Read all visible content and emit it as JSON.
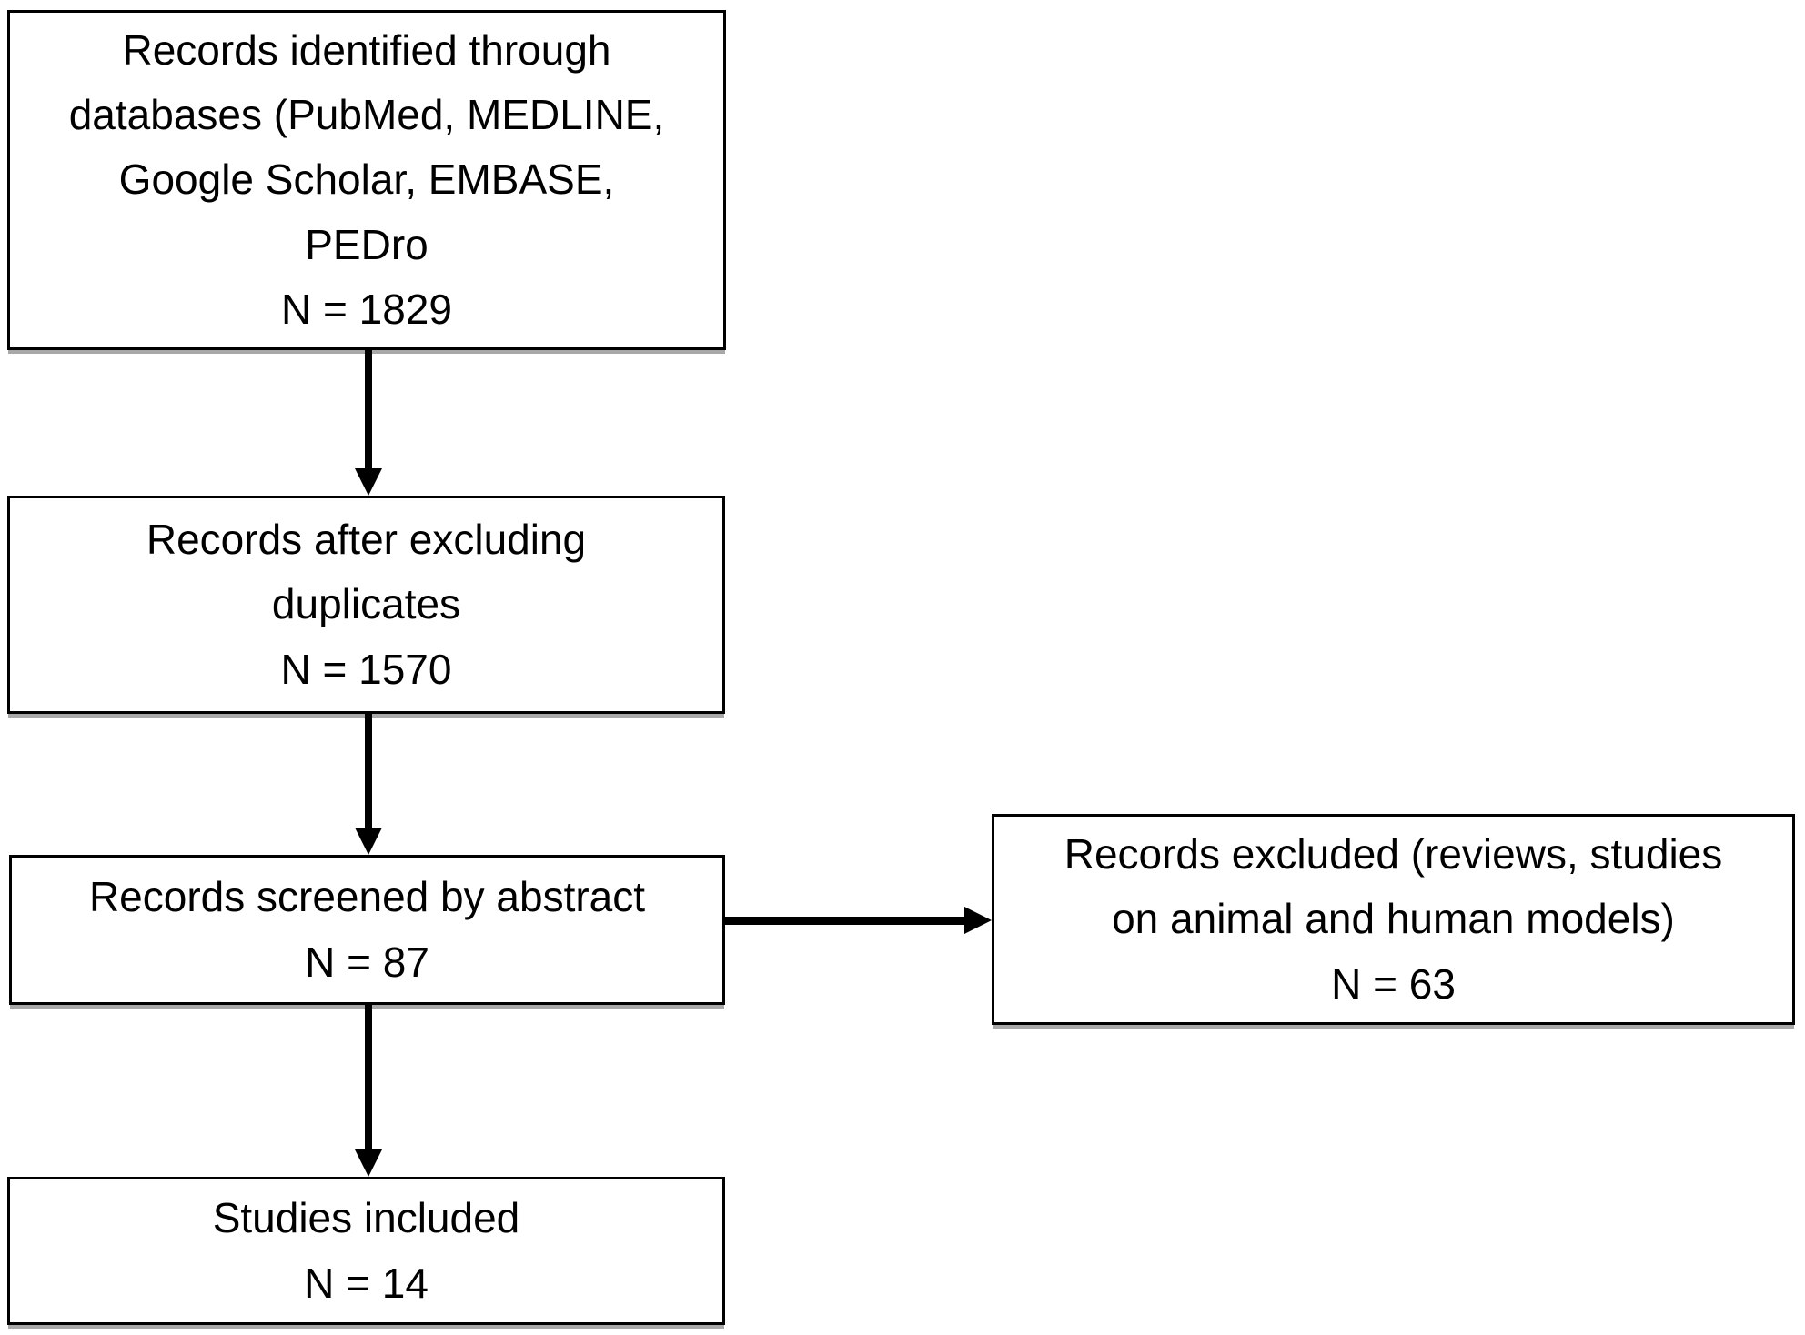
{
  "figure": {
    "type": "prisma-flow-diagram",
    "colors": {
      "box_border": "#000000",
      "box_fill": "#ffffff",
      "box_shadow": "#a8a8a8",
      "arrow": "#000000",
      "text": "#000000"
    },
    "boxes": {
      "identified": {
        "text": "Records identified through\ndatabases (PubMed, MEDLINE,\nGoogle Scholar, EMBASE,\nPEDro",
        "count": "N = 1829"
      },
      "duplicates": {
        "text": "Records after excluding\nduplicates",
        "count": "N = 1570"
      },
      "screened": {
        "text": "Records screened by abstract",
        "count": "N = 87"
      },
      "excluded": {
        "text": "Records excluded (reviews, studies\non animal and human models)",
        "count": "N = 63"
      },
      "included": {
        "text": "Studies included",
        "count": "N = 14"
      }
    }
  }
}
